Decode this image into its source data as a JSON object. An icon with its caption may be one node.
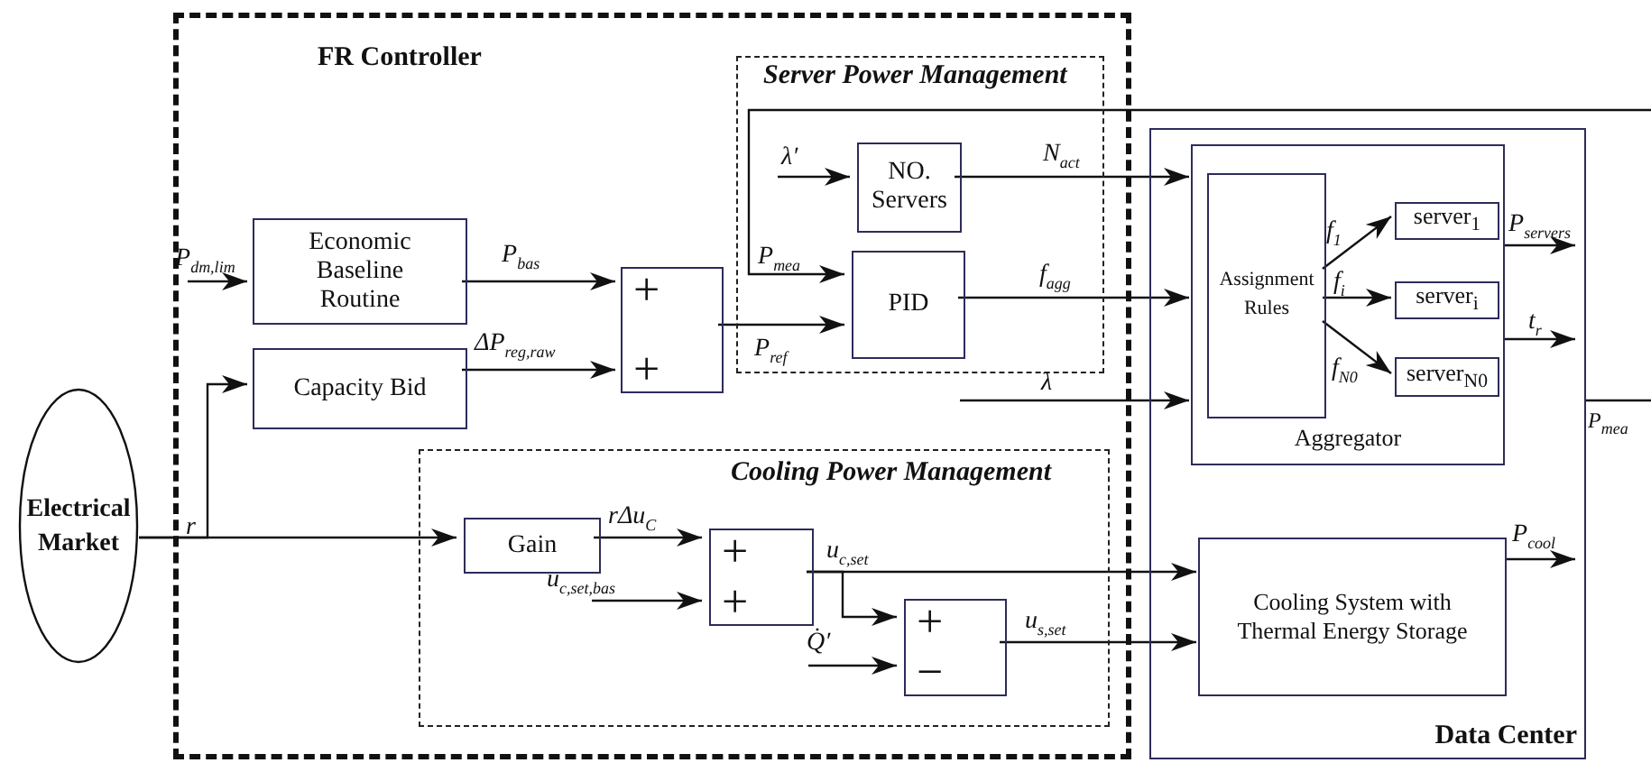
{
  "diagram": {
    "nodes": [
      {
        "text": [
          "FR Controller"
        ]
      },
      {
        "text": [
          "Server Power Management"
        ],
        "in": 0
      },
      {
        "text": [
          "NO. Servers"
        ],
        "in": 1
      },
      {
        "text": [
          "PID"
        ],
        "in": 1
      },
      {
        "text": [
          "Economic Baseline Routine"
        ],
        "in": 0
      },
      {
        "text": [
          "Capacity Bid"
        ],
        "in": 0
      },
      {
        "text": [
          "+",
          "+"
        ],
        "in": 0
      },
      {
        "text": [
          "Cooling Power Management"
        ],
        "in": 0
      },
      {
        "text": [
          "Gain"
        ],
        "in": 7
      },
      {
        "text": [
          "+",
          "+"
        ],
        "in": 7
      },
      {
        "text": [
          "+",
          "−"
        ],
        "in": 7
      },
      {
        "text": [
          "Data Center"
        ]
      },
      {
        "text": [
          "Aggregator"
        ],
        "in": 11
      },
      {
        "text": [
          "Assignment Rules"
        ],
        "in": 12
      },
      {
        "text": [
          "server$_{1}$"
        ],
        "in": 12
      },
      {
        "text": [
          "server$_{i}$"
        ],
        "in": 12
      },
      {
        "text": [
          "server$_{N0}$"
        ],
        "in": 12
      },
      {
        "text": [
          "Cooling System with Thermal Energy Storage"
        ],
        "in": 11
      },
      {
        "text": [
          "Electrical Market"
        ]
      }
    ],
    "edges": [
      {
        "from": null,
        "to": 4,
        "arrow": "to",
        "label": "P$_{dm,lim}$"
      },
      {
        "from": 4,
        "to": 6,
        "arrow": "to",
        "label": "P$_{bas}$"
      },
      {
        "from": 5,
        "to": 6,
        "arrow": "to",
        "label": "ΔP$_{reg,raw}$"
      },
      {
        "from": 6,
        "to": 3,
        "arrow": "to",
        "label": "P$_{ref}$"
      },
      {
        "from": null,
        "to": 2,
        "arrow": "to",
        "label": "λ′"
      },
      {
        "from": null,
        "to": 3,
        "arrow": "to",
        "label": "P$_{mea}$"
      },
      {
        "from": 2,
        "to": 12,
        "arrow": "to",
        "label": "N$_{act}$"
      },
      {
        "from": 3,
        "to": 12,
        "arrow": "to",
        "label": "f$_{agg}$"
      },
      {
        "from": null,
        "to": 12,
        "arrow": "to",
        "label": "λ"
      },
      {
        "from": 13,
        "to": 14,
        "arrow": "to",
        "label": "f$_{1}$"
      },
      {
        "from": 13,
        "to": 15,
        "arrow": "to",
        "label": "f$_{i}$"
      },
      {
        "from": 13,
        "to": 16,
        "arrow": "to",
        "label": "f$_{N0}$"
      },
      {
        "from": 12,
        "to": null,
        "arrow": "to",
        "label": "P$_{servers}$"
      },
      {
        "from": 12,
        "to": null,
        "arrow": "to",
        "label": "t$_{r}$"
      },
      {
        "from": 11,
        "to": null,
        "arrow": "none",
        "label": "P$_{mea}$"
      },
      {
        "from": 18,
        "to": 5,
        "arrow": "to"
      },
      {
        "from": 18,
        "to": 8,
        "arrow": "to",
        "label": "r"
      },
      {
        "from": 8,
        "to": 9,
        "arrow": "to",
        "label": "rΔu$_{C}$"
      },
      {
        "from": null,
        "to": 9,
        "arrow": "to",
        "label": "u$_{c,set,bas}$"
      },
      {
        "from": 9,
        "to": 17,
        "arrow": "to",
        "label": "u$_{c,set}$"
      },
      {
        "from": 9,
        "to": 10,
        "arrow": "to"
      },
      {
        "from": null,
        "to": 10,
        "arrow": "to",
        "label": "Q̇′"
      },
      {
        "from": 10,
        "to": 17,
        "arrow": "to",
        "label": "u$_{s,set}$"
      },
      {
        "from": 17,
        "to": null,
        "arrow": "to",
        "label": "P$_{cool}$"
      }
    ]
  }
}
